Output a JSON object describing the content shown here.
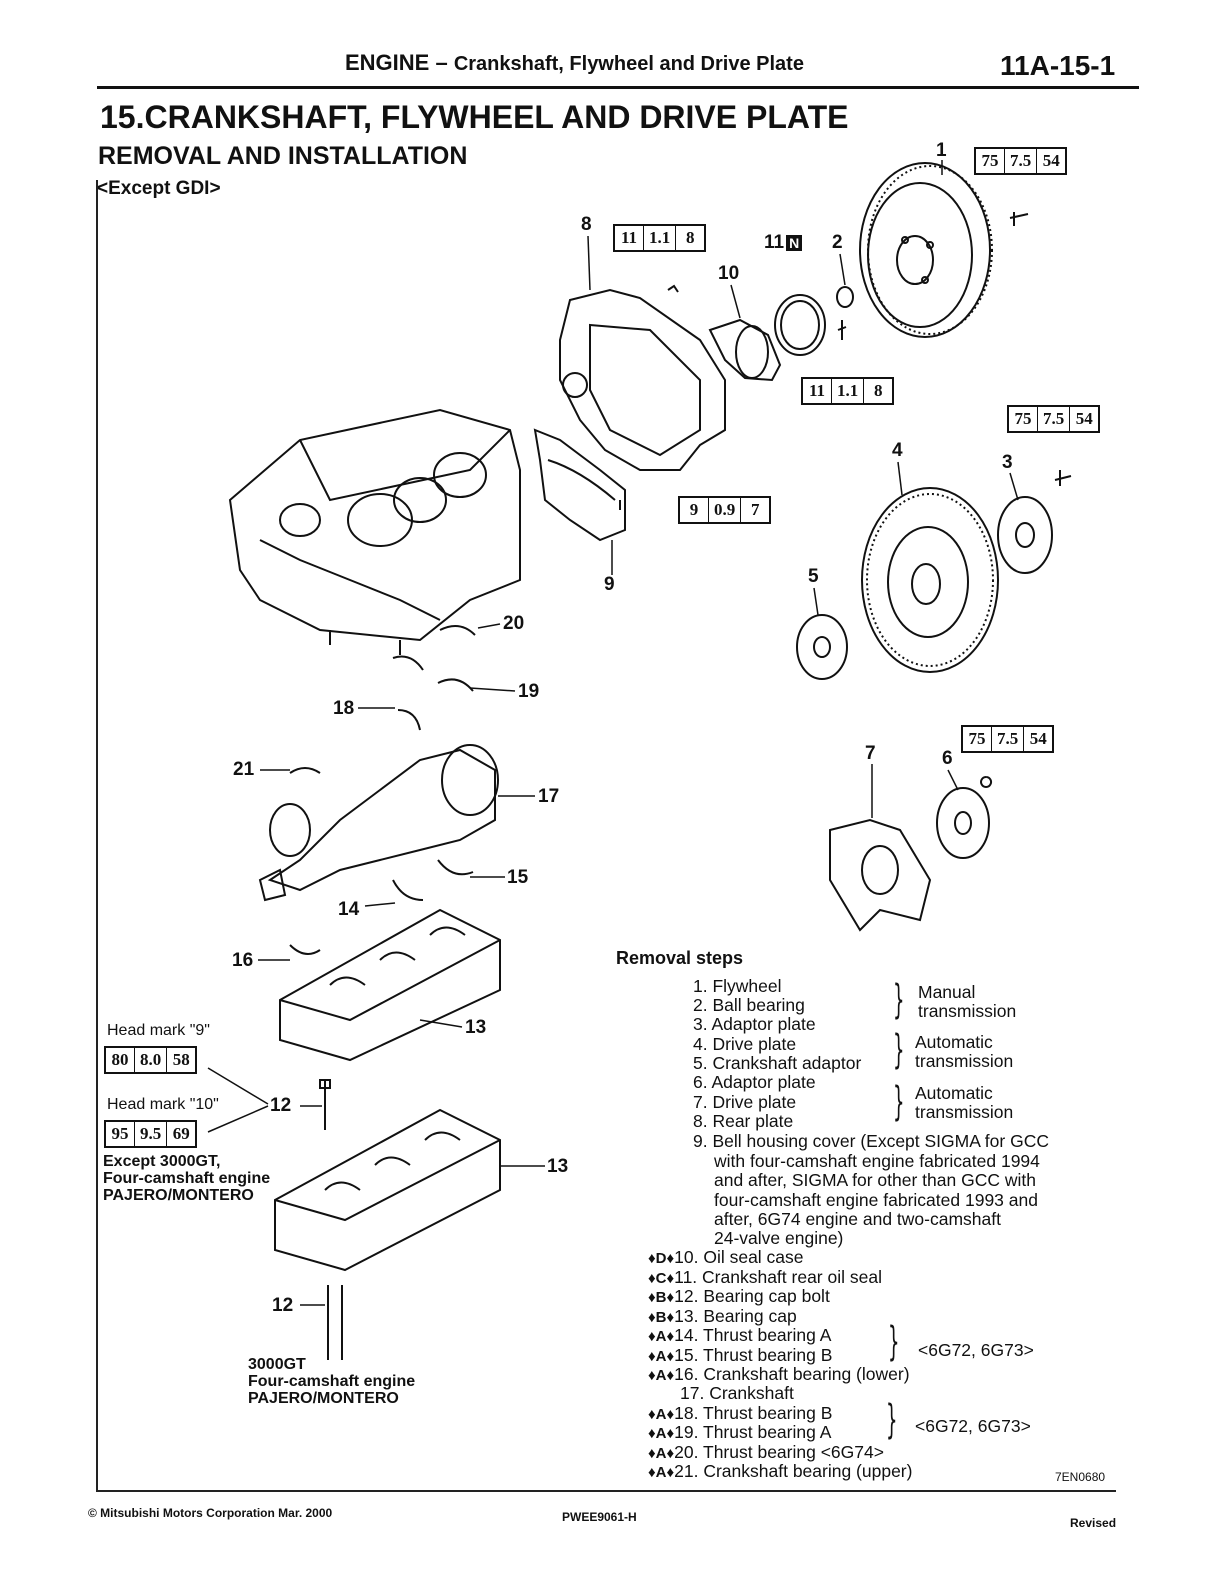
{
  "header": {
    "chapter": "ENGINE",
    "dash": " – ",
    "subtitle": "Crankshaft, Flywheel and Drive Plate",
    "page_number": "11A-15-1"
  },
  "section_title": "15.CRANKSHAFT, FLYWHEEL AND DRIVE PLATE",
  "subsection_title": "REMOVAL AND INSTALLATION",
  "variant": "<Except GDI>",
  "torque_specs": [
    {
      "values": [
        "75",
        "7.5",
        "54"
      ]
    },
    {
      "values": [
        "11",
        "1.1",
        "8"
      ]
    },
    {
      "values": [
        "11",
        "1.1",
        "8"
      ]
    },
    {
      "values": [
        "75",
        "7.5",
        "54"
      ]
    },
    {
      "values": [
        "9",
        "0.9",
        "7"
      ]
    },
    {
      "values": [
        "75",
        "7.5",
        "54"
      ]
    },
    {
      "values": [
        "80",
        "8.0",
        "58"
      ]
    },
    {
      "values": [
        "95",
        "9.5",
        "69"
      ]
    }
  ],
  "callouts": [
    "1",
    "8",
    "11",
    "2",
    "10",
    "4",
    "3",
    "5",
    "9",
    "20",
    "19",
    "18",
    "7",
    "6",
    "21",
    "17",
    "15",
    "14",
    "16",
    "13",
    "12",
    "13",
    "12"
  ],
  "new_part_mark": "N",
  "head_marks": [
    "Head mark \"9\"",
    "Head mark \"10\""
  ],
  "applicability": [
    "Except 3000GT,\nFour-camshaft engine\nPAJERO/MONTERO",
    "3000GT\nFour-camshaft engine\nPAJERO/MONTERO"
  ],
  "removal_steps_title": "Removal steps",
  "removal_steps": [
    {
      "mark": "",
      "text": "1. Flywheel"
    },
    {
      "mark": "",
      "text": "2. Ball bearing"
    },
    {
      "mark": "",
      "text": "3. Adaptor plate"
    },
    {
      "mark": "",
      "text": "4. Drive plate"
    },
    {
      "mark": "",
      "text": "5. Crankshaft adaptor"
    },
    {
      "mark": "",
      "text": "6. Adaptor plate"
    },
    {
      "mark": "",
      "text": "7. Drive plate"
    },
    {
      "mark": "",
      "text": "8. Rear plate"
    },
    {
      "mark": "",
      "text": "9. Bell housing cover (Except SIGMA for GCC"
    },
    {
      "mark": "",
      "text": "with four-camshaft engine fabricated 1994"
    },
    {
      "mark": "",
      "text": "and after, SIGMA for other than GCC with"
    },
    {
      "mark": "",
      "text": "four-camshaft engine fabricated 1993 and"
    },
    {
      "mark": "",
      "text": "after, 6G74 engine and two-camshaft"
    },
    {
      "mark": "",
      "text": "24-valve engine)"
    },
    {
      "mark": "♦D♦",
      "text": "10. Oil seal case"
    },
    {
      "mark": "♦C♦",
      "text": "11. Crankshaft rear oil seal"
    },
    {
      "mark": "♦B♦",
      "text": "12. Bearing cap bolt"
    },
    {
      "mark": "♦B♦",
      "text": "13. Bearing cap"
    },
    {
      "mark": "♦A♦",
      "text": "14. Thrust bearing A"
    },
    {
      "mark": "♦A♦",
      "text": "15. Thrust bearing B"
    },
    {
      "mark": "♦A♦",
      "text": "16. Crankshaft bearing (lower)"
    },
    {
      "mark": "",
      "text": "17. Crankshaft"
    },
    {
      "mark": "♦A♦",
      "text": "18. Thrust bearing B"
    },
    {
      "mark": "♦A♦",
      "text": "19. Thrust bearing A"
    },
    {
      "mark": "♦A♦",
      "text": "20. Thrust bearing <6G74>"
    },
    {
      "mark": "♦A♦",
      "text": "21. Crankshaft bearing (upper)"
    }
  ],
  "step_groups": [
    {
      "label": "Manual\ntransmission"
    },
    {
      "label": "Automatic\ntransmission"
    },
    {
      "label": "Automatic\ntransmission"
    },
    {
      "label": "<6G72, 6G73>"
    },
    {
      "label": "<6G72, 6G73>"
    }
  ],
  "figure_code": "7EN0680",
  "footer": {
    "copyright": "© Mitsubishi Motors Corporation   Mar. 2000",
    "doc_code": "PWEE9061-H",
    "status": "Revised"
  }
}
